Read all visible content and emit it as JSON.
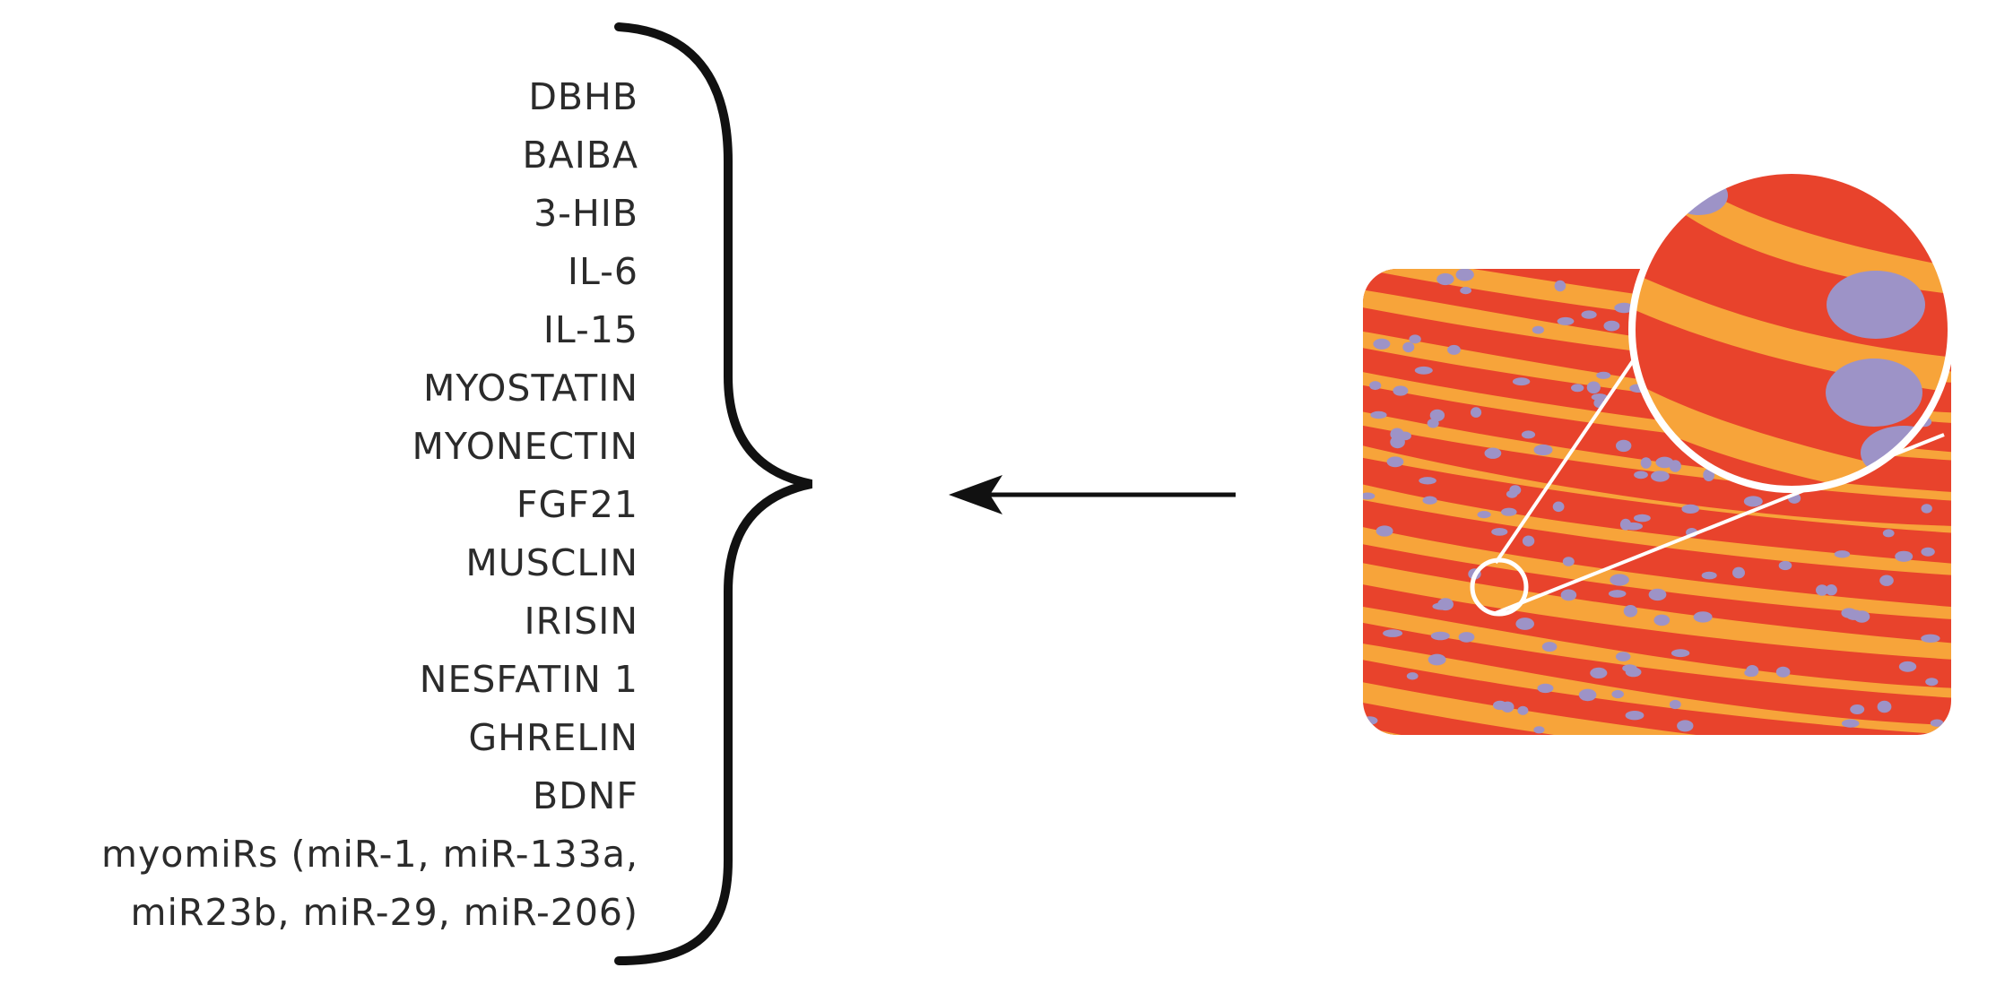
{
  "labels": [
    "DBHB",
    "BAIBA",
    "3-HIB",
    "IL-6",
    "IL-15",
    "MYOSTATIN",
    "MYONECTIN",
    "FGF21",
    "MUSCLIN",
    "IRISIN",
    "NESFATIN 1",
    "GHRELIN",
    "BDNF",
    "myomiRs (miR-1, miR-133a,",
    "miR23b, miR-29, miR-206)"
  ],
  "colors": {
    "text": "#2b2b2b",
    "brace": "#111111",
    "arrow": "#111111",
    "muscle_red": "#e8432c",
    "muscle_fiber": "#f7a43a",
    "nucleus": "#9d93c7",
    "magnifier": "#ffffff"
  },
  "icons": {
    "bracket": "curly-brace-icon",
    "arrow": "left-arrow-icon",
    "tissue": "muscle-tissue-icon",
    "magnifier": "magnifier-icon"
  }
}
